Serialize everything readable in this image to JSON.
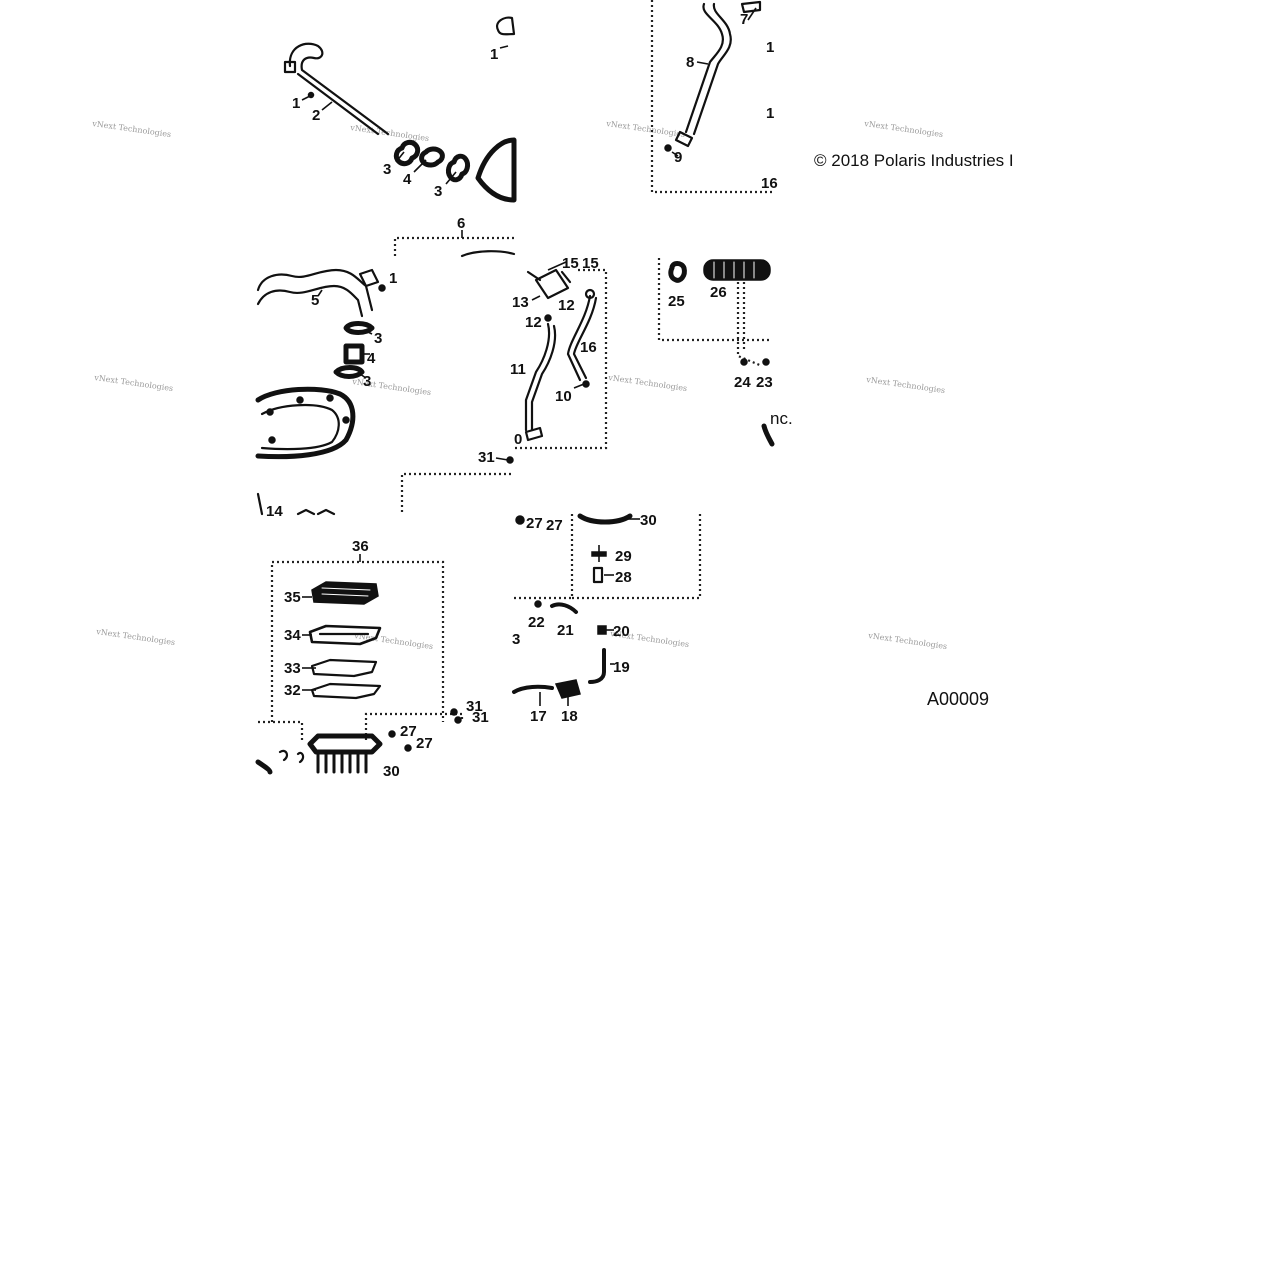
{
  "copyright": "© 2018 Polaris Industries Inc.",
  "copyright_visible": "© 2018 Polaris Industries I",
  "copyright_tail_visible": "nc.",
  "diagram_id": "A00009",
  "watermark": "vNext Technologies",
  "callouts": {
    "c1a": "1",
    "c2": "2",
    "c3a": "3",
    "c4a": "4",
    "c3b": "3",
    "c1b": "1",
    "c7": "7",
    "c8": "8",
    "c9": "9",
    "c1c": "1",
    "c1d": "1",
    "c16a": "16",
    "c6": "6",
    "c5": "5",
    "c1e": "1",
    "c3c": "3",
    "c4b": "4",
    "c3d": "3",
    "c15a": "15",
    "c15b": "15",
    "c13": "13",
    "c12a": "12",
    "c12b": "12",
    "c16b": "16",
    "c11": "11",
    "c10a": "10",
    "c10b": "0",
    "c31a": "31",
    "c25": "25",
    "c26": "26",
    "c24": "24",
    "c23": "23",
    "c14": "14",
    "c27a": "27",
    "c27b": "27",
    "c30a": "30",
    "c29": "29",
    "c28": "28",
    "c22": "22",
    "c21": "21",
    "c3e": "3",
    "c20": "20",
    "c19": "19",
    "c17": "17",
    "c18": "18",
    "c36": "36",
    "c35": "35",
    "c34": "34",
    "c33": "33",
    "c32": "32",
    "c31b": "31",
    "c31c": "31",
    "c27c": "27",
    "c27d": "27",
    "c30b": "30"
  }
}
